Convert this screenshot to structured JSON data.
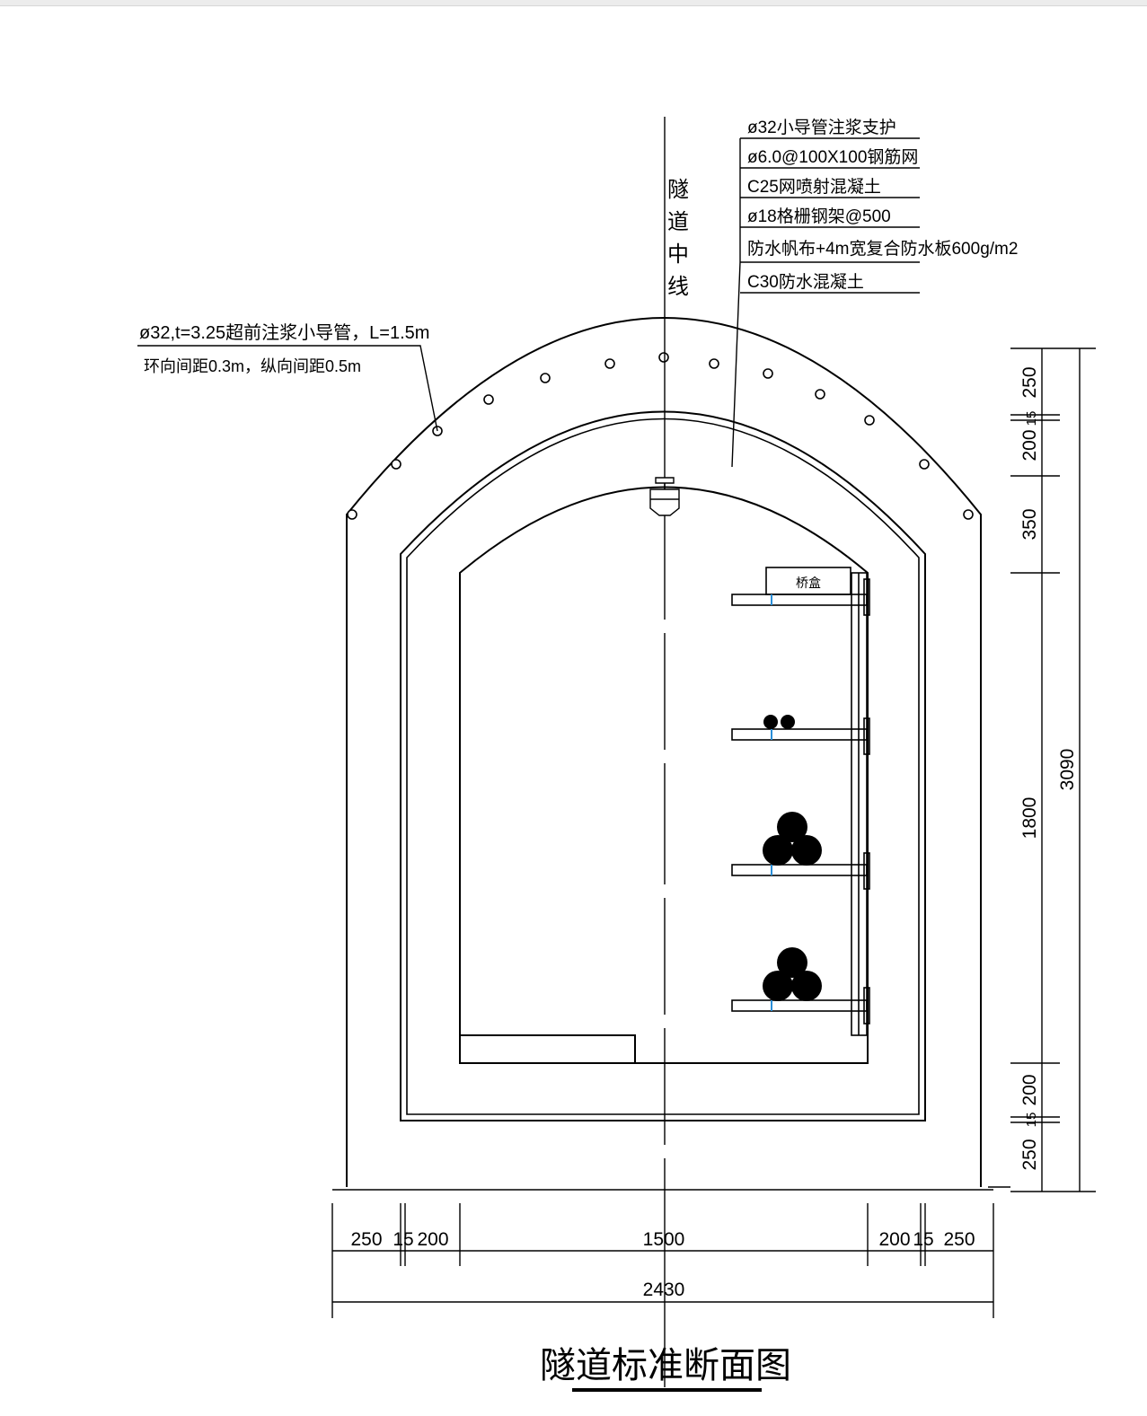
{
  "drawing": {
    "title": "隧道标准断面图",
    "centerline_label": "隧道中线",
    "left_callout": {
      "line1": "ø32,t=3.25超前注浆小导管，L=1.5m",
      "line2": "环向间距0.3m，纵向间距0.5m"
    },
    "layer_callouts": [
      "ø32小导管注浆支护",
      "ø6.0@100X100钢筋网",
      "C25网喷射混凝土",
      "ø18格栅钢架@500",
      "防水帆布+4m宽复合防水板600g/m2",
      "C30防水混凝土"
    ],
    "box_label": "桥盒",
    "dimensions": {
      "bottom": [
        "250",
        "15",
        "200",
        "1500",
        "200",
        "15",
        "250"
      ],
      "total_width": "2430",
      "right": [
        "250",
        "15",
        "200",
        "350",
        "1800",
        "200",
        "15",
        "250"
      ],
      "total_height": "3090"
    }
  },
  "colors": {
    "line": "#000000",
    "accent": "#2a8fd8"
  }
}
